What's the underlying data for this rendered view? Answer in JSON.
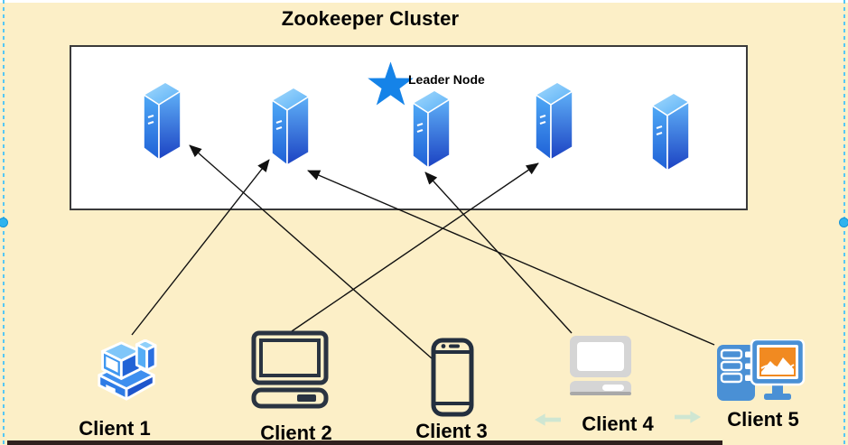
{
  "title": "Zookeeper Cluster",
  "cluster": {
    "leader_label": "Leader Node",
    "server_count": 5,
    "leader_server_index": 3
  },
  "clients": [
    {
      "label": "Client 1",
      "icon": "appliance-3d-icon"
    },
    {
      "label": "Client 2",
      "icon": "desktop-computer-icon"
    },
    {
      "label": "Client 3",
      "icon": "smartphone-icon"
    },
    {
      "label": "Client 4",
      "icon": "grey-computer-icon"
    },
    {
      "label": "Client 5",
      "icon": "workstation-chart-icon"
    }
  ],
  "connections": [
    {
      "from": "Client 1",
      "to": "Server 2"
    },
    {
      "from": "Client 2",
      "to": "Server 4"
    },
    {
      "from": "Client 3",
      "to": "Server 1"
    },
    {
      "from": "Client 4",
      "to": "Server 3"
    },
    {
      "from": "Client 5",
      "to": "Server 2"
    }
  ],
  "colors": {
    "background": "#FCEFC7",
    "star_blue": "#1583E8",
    "selection_edge": "#55C7F5",
    "selection_handle": "#2FB3EE",
    "server_dark_blue": "#1B41C2",
    "server_light_blue": "#9AD6FC",
    "client5_blue": "#4A90D5",
    "client5_orange": "#F18A21",
    "pale_green_arrow": "#CFE6D2",
    "line_black": "#111111"
  }
}
